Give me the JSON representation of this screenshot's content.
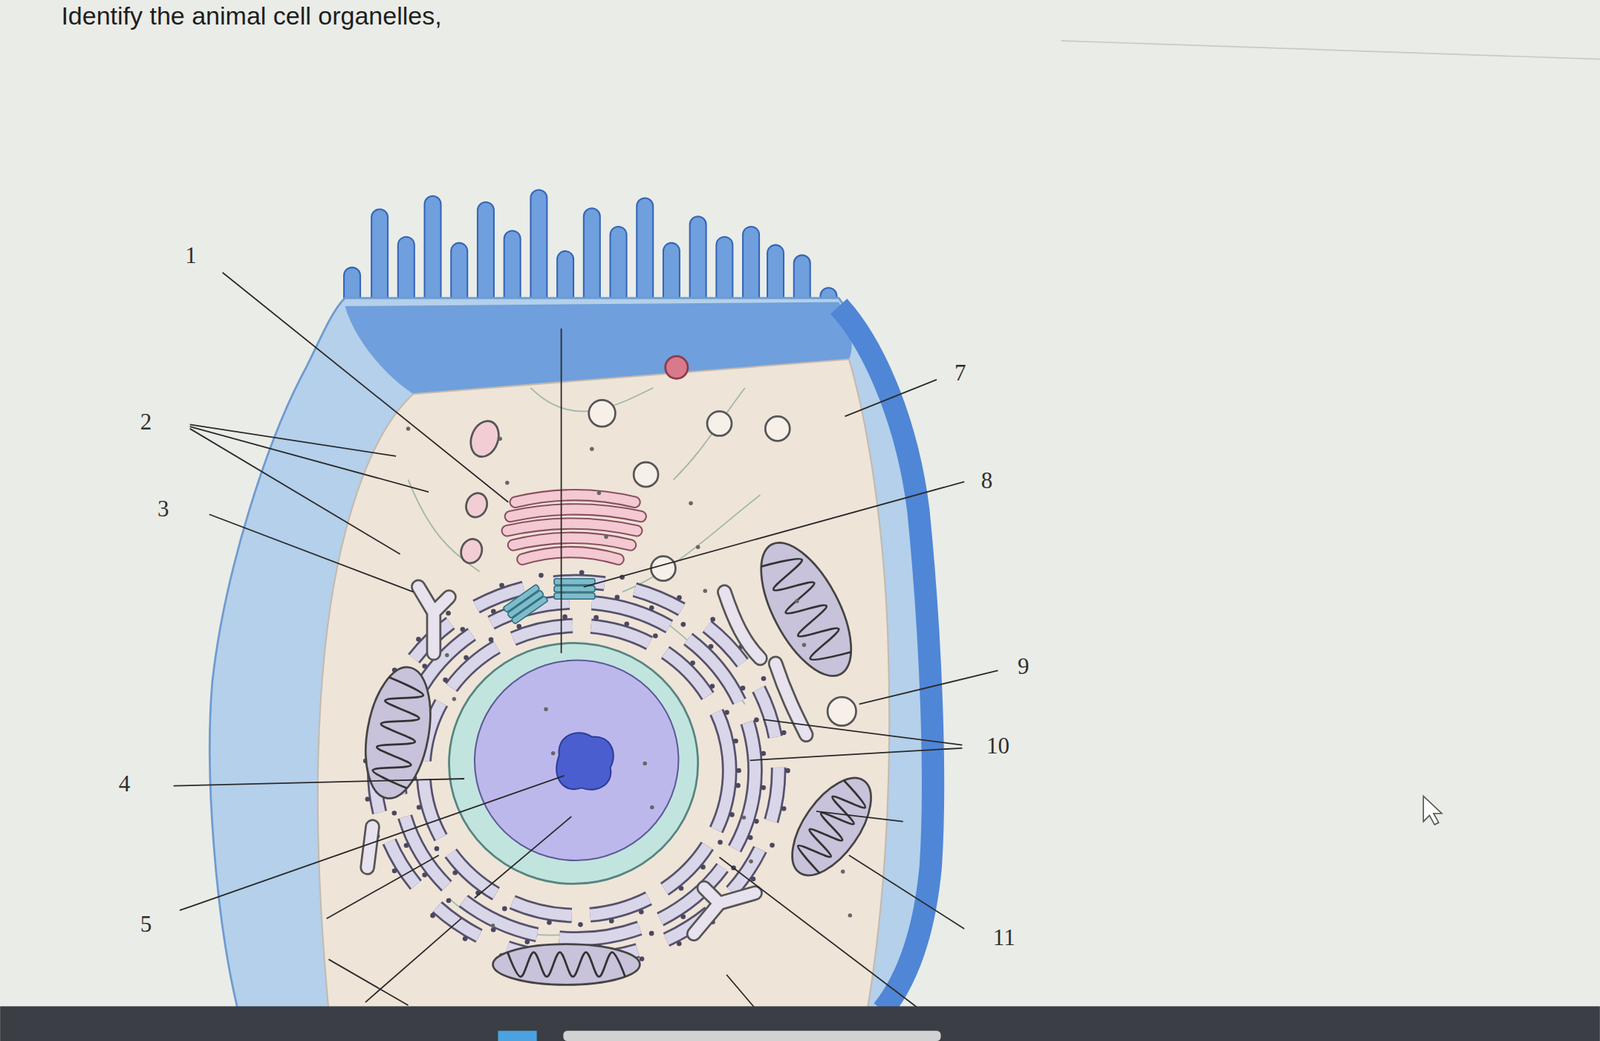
{
  "diagram": {
    "title": "Identify the animal cell organelles,",
    "labels": [
      "1",
      "2",
      "3",
      "4",
      "5",
      "7",
      "8",
      "9",
      "10",
      "11"
    ]
  }
}
